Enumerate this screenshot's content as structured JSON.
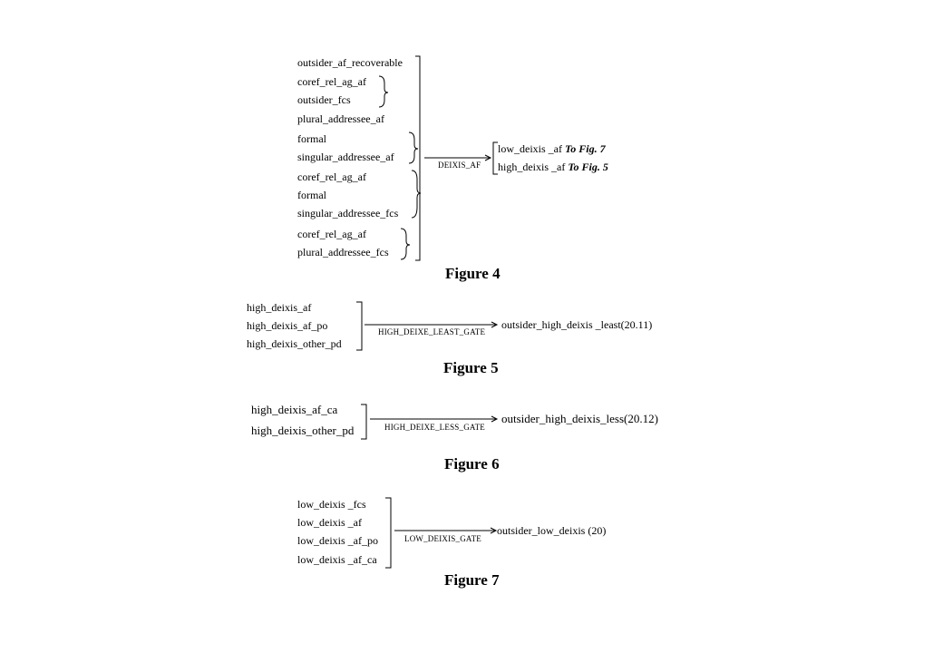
{
  "figure4": {
    "inputs": [
      "outsider_af_recoverable",
      "coref_rel_ag_af",
      "outsider_fcs",
      "plural_addressee_af",
      "formal",
      "singular_addressee_af",
      "coref_rel_ag_af",
      "formal",
      "singular_addressee_fcs",
      "coref_rel_ag_af",
      "plural_addressee_fcs"
    ],
    "gate": "DEIXIS_AF",
    "outputs": [
      {
        "label": "low_deixis _af",
        "ref": "To Fig. 7"
      },
      {
        "label": "high_deixis _af",
        "ref": "To Fig. 5"
      }
    ],
    "caption": "Figure 4"
  },
  "figure5": {
    "inputs": [
      "high_deixis_af",
      "high_deixis_af_po",
      "high_deixis_other_pd"
    ],
    "gate": "HIGH_DEIXE_LEAST_GATE",
    "output": "outsider_high_deixis _least(20.11)",
    "caption": "Figure 5"
  },
  "figure6": {
    "inputs": [
      "high_deixis_af_ca",
      "high_deixis_other_pd"
    ],
    "gate": "HIGH_DEIXE_LESS_GATE",
    "output": "outsider_high_deixis_less(20.12)",
    "caption": "Figure 6"
  },
  "figure7": {
    "inputs": [
      "low_deixis _fcs",
      "low_deixis _af",
      "low_deixis _af_po",
      "low_deixis _af_ca"
    ],
    "gate": "LOW_DEIXIS_GATE",
    "output": "outsider_low_deixis (20)",
    "caption": "Figure 7"
  }
}
